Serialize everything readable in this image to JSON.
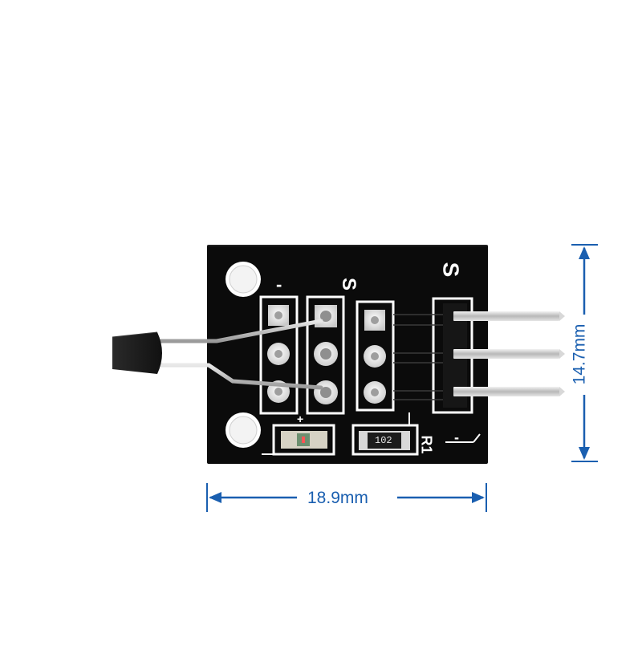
{
  "product": {
    "board": {
      "silkscreen": {
        "minus_mark": "-",
        "signal_label_left": "S",
        "signal_label_right": "S",
        "resistor_ref": "R1",
        "resistor_code": "102",
        "led_polarity": "+",
        "header_minus": "-"
      }
    },
    "dimensions": {
      "width_label": "18.9mm",
      "height_label": "14.7mm"
    }
  },
  "colors": {
    "background": "#ffffff",
    "pcb": "#0b0b0b",
    "silkscreen": "#ffffff",
    "pin_metal": "#c9c9c9",
    "dimension": "#1a5fb0",
    "sensor_body": "#1c1c1c"
  }
}
